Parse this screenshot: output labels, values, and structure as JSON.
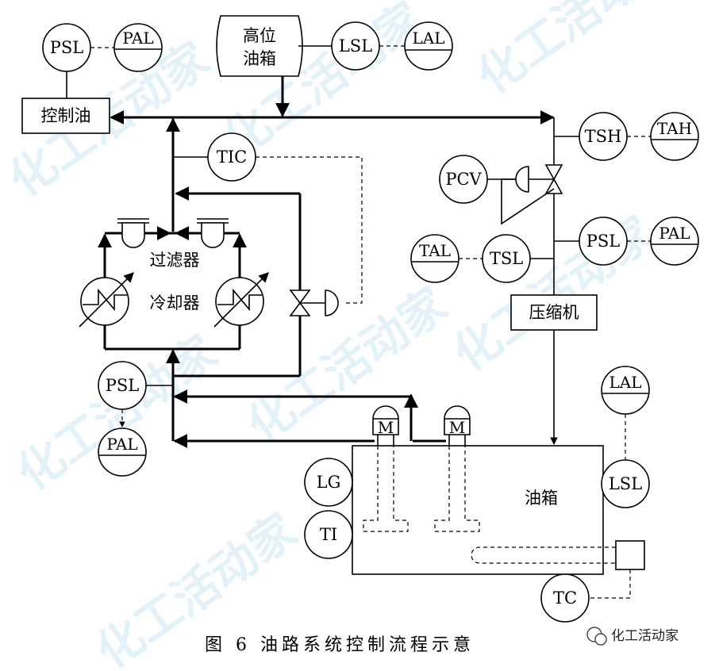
{
  "caption": "图 6    油路系统控制流程示意",
  "watermark": "化工活动家",
  "brand": "化工活动家",
  "equipment": {
    "high_tank": [
      "高位",
      "油箱"
    ],
    "control_oil": "控制油",
    "filter": "过滤器",
    "cooler": "冷却器",
    "compressor": "压缩机",
    "oil_tank": "油箱",
    "pump_motor": "M"
  },
  "instruments": {
    "psl_top": "PSL",
    "pal_top": "PAL",
    "lsl_top": "LSL",
    "lal_top": "LAL",
    "tic": "TIC",
    "tsh": "TSH",
    "tah": "TAH",
    "pcv": "PCV",
    "psl_right": "PSL",
    "pal_right": "PAL",
    "tal": "TAL",
    "tsl": "TSL",
    "psl_left": "PSL",
    "pal_left": "PAL",
    "lal_right": "LAL",
    "lsl_right": "LSL",
    "lg": "LG",
    "ti": "TI",
    "tc": "TC"
  },
  "colors": {
    "line": "#000000",
    "watermark": "#a9d4ea"
  }
}
